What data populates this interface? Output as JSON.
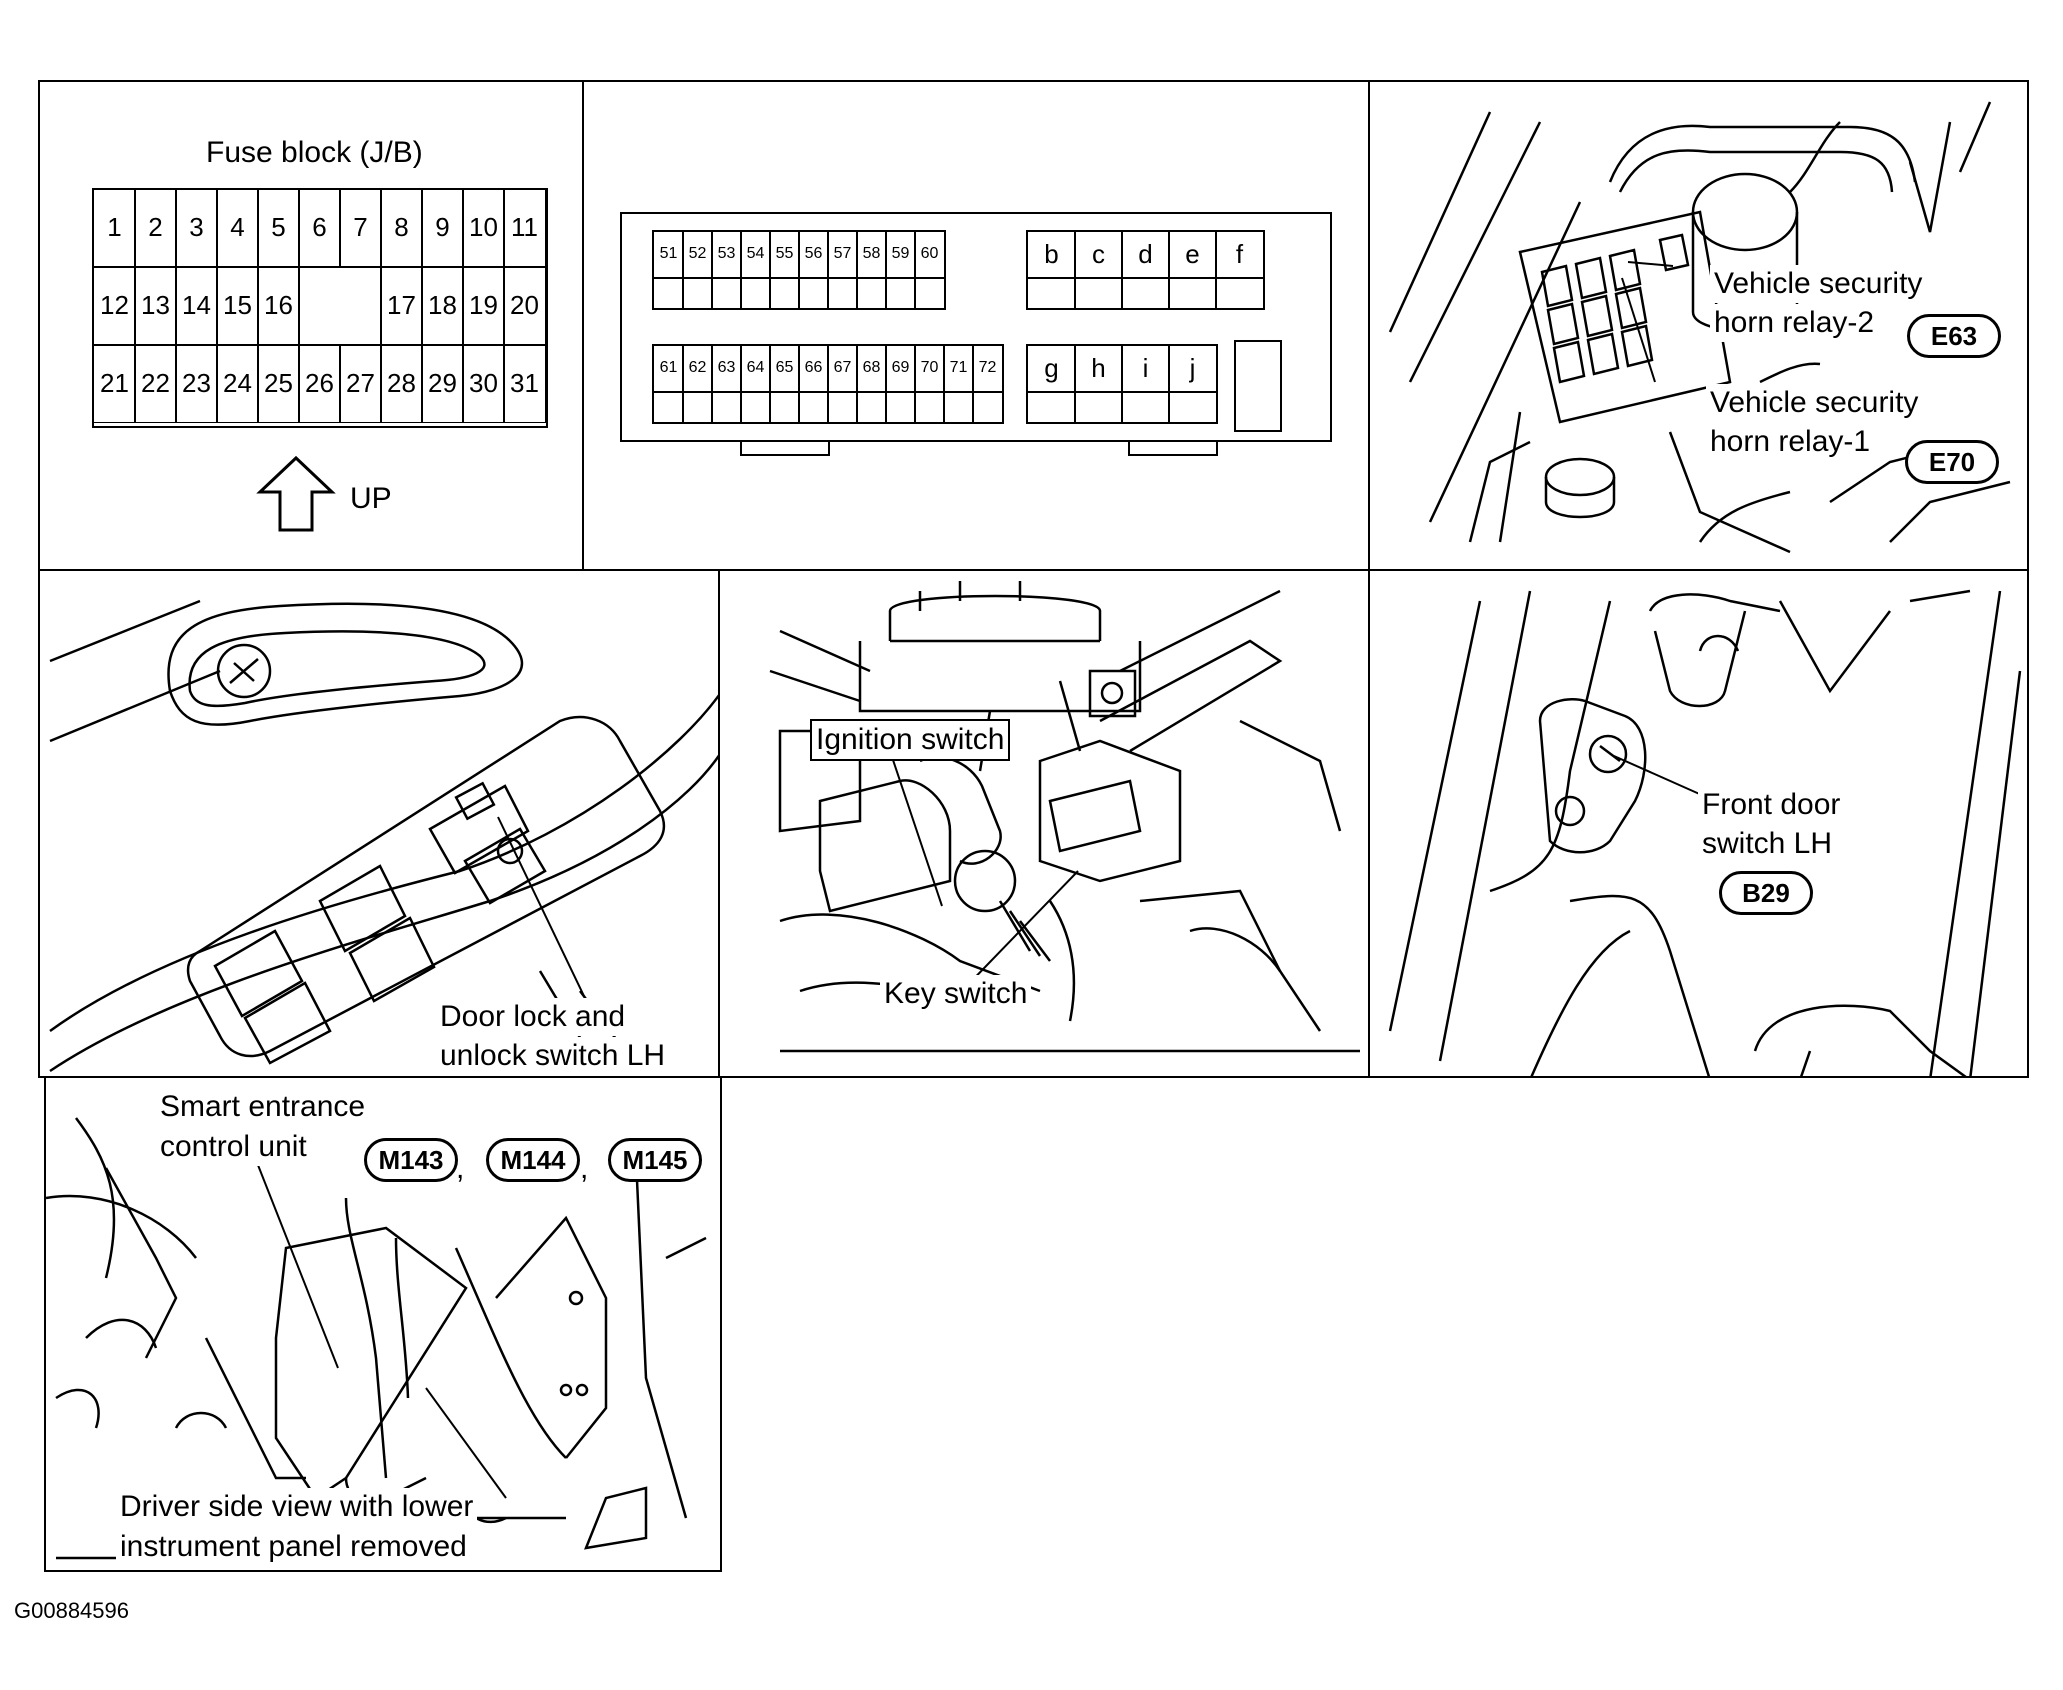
{
  "fuse_block": {
    "title": "Fuse block (J/B)",
    "row1": [
      "1",
      "2",
      "3",
      "4",
      "5",
      "6",
      "7",
      "8",
      "9",
      "10",
      "11"
    ],
    "row2_left": [
      "12",
      "13",
      "14",
      "15",
      "16"
    ],
    "row2_right": [
      "17",
      "18",
      "19",
      "20"
    ],
    "row3": [
      "21",
      "22",
      "23",
      "24",
      "25",
      "26",
      "27",
      "28",
      "29",
      "30",
      "31"
    ],
    "up_label": "UP"
  },
  "connector_block": {
    "top_numbers": [
      "51",
      "52",
      "53",
      "54",
      "55",
      "56",
      "57",
      "58",
      "59",
      "60"
    ],
    "bottom_numbers": [
      "61",
      "62",
      "63",
      "64",
      "65",
      "66",
      "67",
      "68",
      "69",
      "70",
      "71",
      "72"
    ],
    "top_letters": [
      "b",
      "c",
      "d",
      "e",
      "f"
    ],
    "bottom_letters": [
      "g",
      "h",
      "i",
      "j"
    ]
  },
  "relays": {
    "label2_line1": "Vehicle security",
    "label2_line2": "horn relay-2",
    "badge2": "E63",
    "label1_line1": "Vehicle security",
    "label1_line2": "horn relay-1",
    "badge1": "E70"
  },
  "door_switch_panel": {
    "line1": "Door lock and",
    "line2": "unlock switch LH"
  },
  "ignition_panel": {
    "ignition": "Ignition switch",
    "key": "Key switch"
  },
  "front_door_panel": {
    "line1": "Front door",
    "line2": "switch LH",
    "badge": "B29"
  },
  "control_unit_panel": {
    "line1": "Smart entrance",
    "line2": "control unit",
    "badges": [
      "M143",
      "M144",
      "M145"
    ],
    "sep": ",",
    "caption1": "Driver side view with lower",
    "caption2": "instrument panel removed"
  },
  "figure_id": "G00884596"
}
